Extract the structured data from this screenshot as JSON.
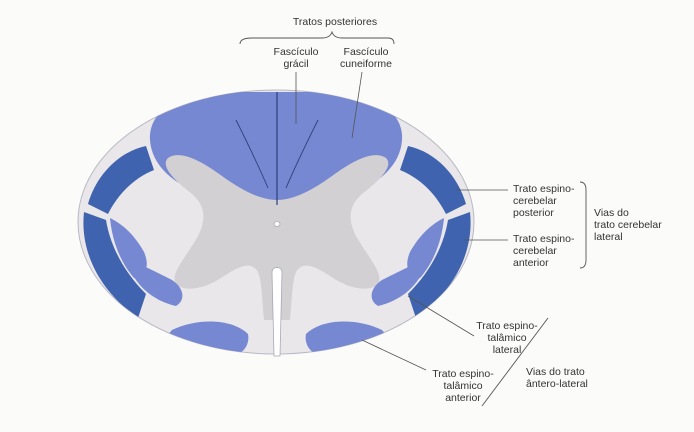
{
  "labels": {
    "tratos_posteriores": "Tratos posteriores",
    "fasciculo_gracil": "Fascículo\ngrácil",
    "fasciculo_cuneiforme": "Fascículo\ncuneiforme",
    "espinocerebelar_posterior": "Trato espino-\ncerebelar\nposterior",
    "espinocerebelar_anterior": "Trato espino-\ncerebelar\nanterior",
    "vias_trato_cerebelar": "Vias do\ntrato cerebelar\nlateral",
    "espinotalamico_lateral": "Trato espino-\ntalâmico\nlateral",
    "espinotalamico_anterior": "Trato espino-\ntalâmico\nanterior",
    "vias_antero_lateral": "Vias do trato\nântero-lateral"
  },
  "colors": {
    "background": "#fbfbfa",
    "white_matter": "#e9e7ea",
    "gray_matter": "#d2d0d2",
    "tract_light": "#7688d2",
    "tract_dark": "#3f63ae",
    "outline": "#b9b9c4",
    "text": "#333333",
    "leader_line": "#555555"
  }
}
